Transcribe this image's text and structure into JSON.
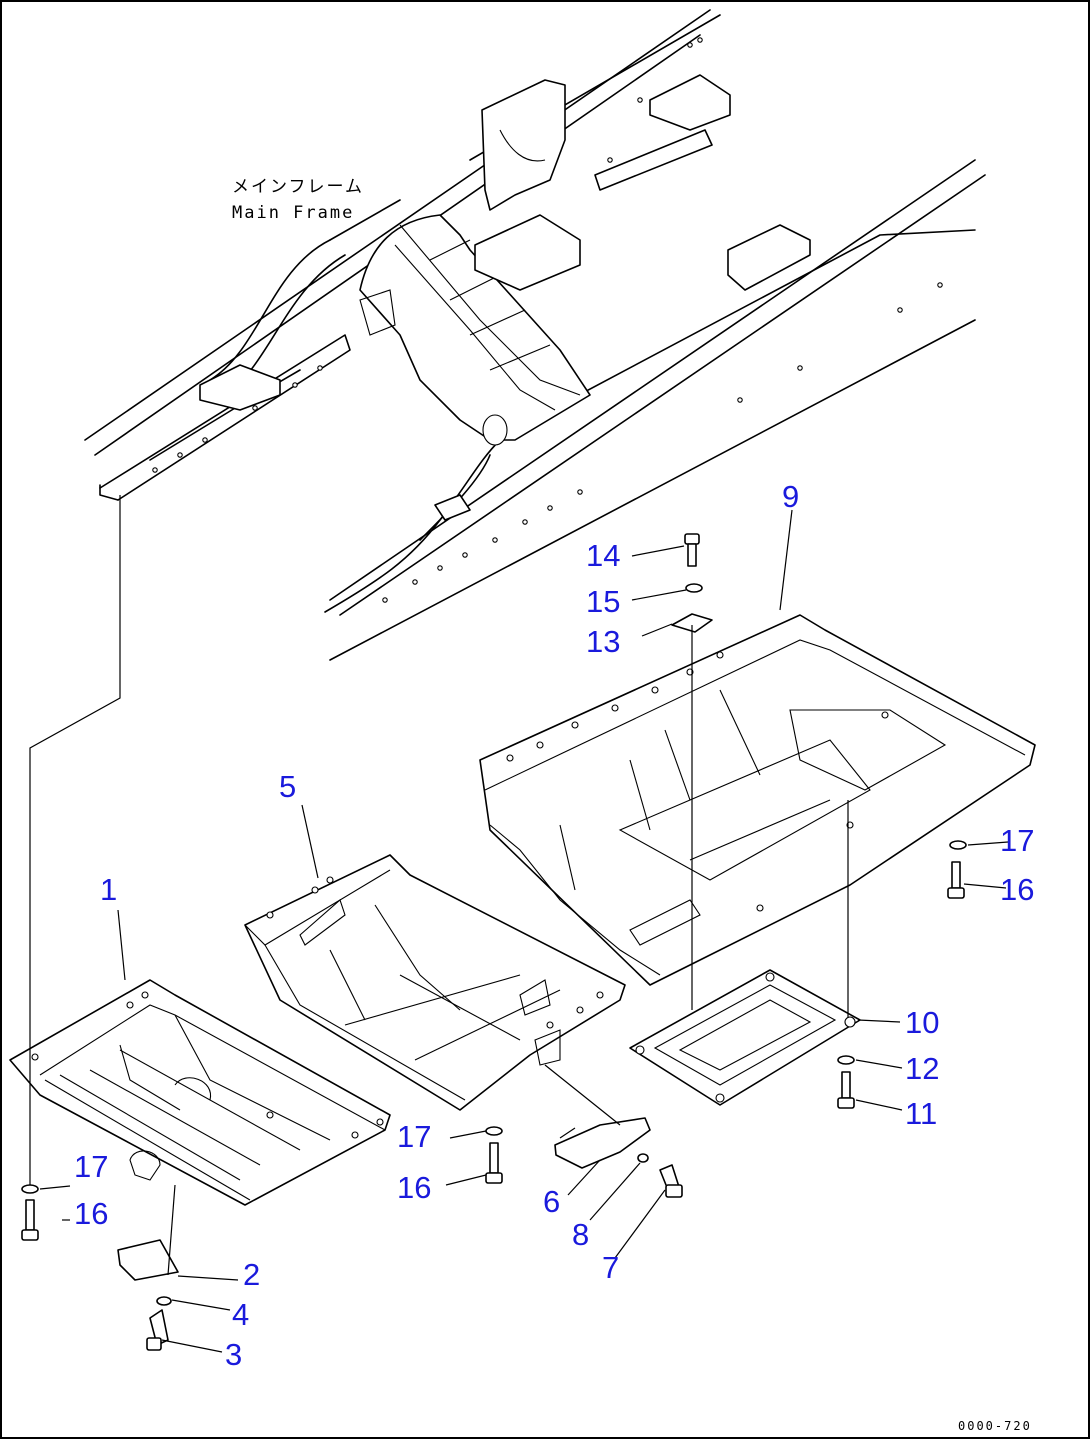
{
  "frame_label": {
    "japanese": "メインフレーム",
    "english": "Main Frame"
  },
  "drawing_code": "0000-720",
  "callouts": {
    "c1": "1",
    "c2": "2",
    "c3": "3",
    "c4": "4",
    "c5": "5",
    "c6": "6",
    "c7": "7",
    "c8": "8",
    "c9": "9",
    "c10": "10",
    "c11": "11",
    "c12": "12",
    "c13": "13",
    "c14": "14",
    "c15": "15",
    "c16a": "16",
    "c16b": "16",
    "c16c": "16",
    "c17a": "17",
    "c17b": "17",
    "c17c": "17"
  },
  "colors": {
    "callout": "#1a1adc",
    "lines": "#000000",
    "background": "#ffffff"
  }
}
